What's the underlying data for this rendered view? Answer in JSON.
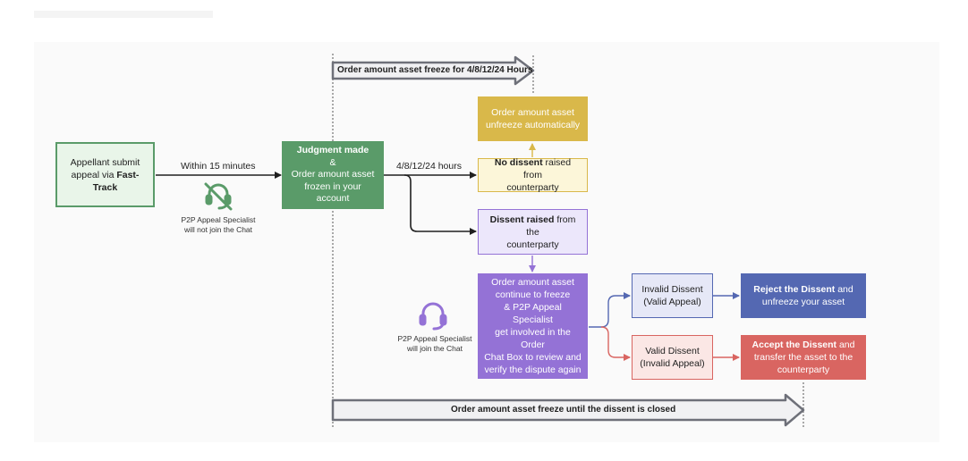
{
  "colors": {
    "green": "#5a9b69",
    "green_light": "#e9f5e9",
    "yellow": "#d9b84a",
    "yellow_light": "#fcf6d9",
    "purple": "#9472d6",
    "purple_light": "#ece7fb",
    "blue": "#5468b2",
    "blue_light": "#e6e8f7",
    "red": "#d96561",
    "red_light": "#fbe7e5",
    "gray_arrow": "#6e7079"
  },
  "banners": {
    "top": "Order amount asset freeze for 4/8/12/24 Hours",
    "bottom": "Order amount asset freeze until the dissent is closed"
  },
  "appellant": {
    "line1": "Appellant submit",
    "line2_prefix": "appeal via ",
    "line2_bold": "Fast-Track"
  },
  "edge_within": "Within 15 minutes",
  "no_specialist": {
    "icon": "headset-off-icon",
    "line1": "P2P Appeal Specialist",
    "line2": "will not join the Chat"
  },
  "judgment": {
    "title": "Judgment made",
    "amp": "&",
    "line1": "Order amount asset",
    "line2": "frozen in your account"
  },
  "edge_hours": "4/8/12/24 hours",
  "unfreeze": {
    "line1": "Order amount asset",
    "line2": "unfreeze automatically"
  },
  "no_dissent": {
    "bold": "No dissent",
    "rest": " raised from",
    "line2": "counterparty"
  },
  "dissent_raised": {
    "bold": "Dissent raised",
    "rest": " from the",
    "line2": "counterparty"
  },
  "continue_freeze": {
    "lines": [
      "Order amount asset",
      "continue to freeze",
      "& P2P Appeal Specialist",
      "get involved in the Order",
      "Chat Box to review and",
      "verify the dispute again"
    ]
  },
  "with_specialist": {
    "icon": "headset-icon",
    "line1": "P2P Appeal Specialist",
    "line2": "will join the Chat"
  },
  "invalid_dissent": {
    "line1": "Invalid Dissent",
    "line2": "(Valid Appeal)"
  },
  "valid_dissent": {
    "line1": "Valid Dissent",
    "line2": "(Invalid Appeal)"
  },
  "reject": {
    "bold": "Reject the Dissent",
    "rest": " and",
    "line2": "unfreeze your asset"
  },
  "accept": {
    "bold": "Accept the Dissent",
    "rest": " and",
    "line2": "transfer the asset to the",
    "line3": "counterparty"
  }
}
